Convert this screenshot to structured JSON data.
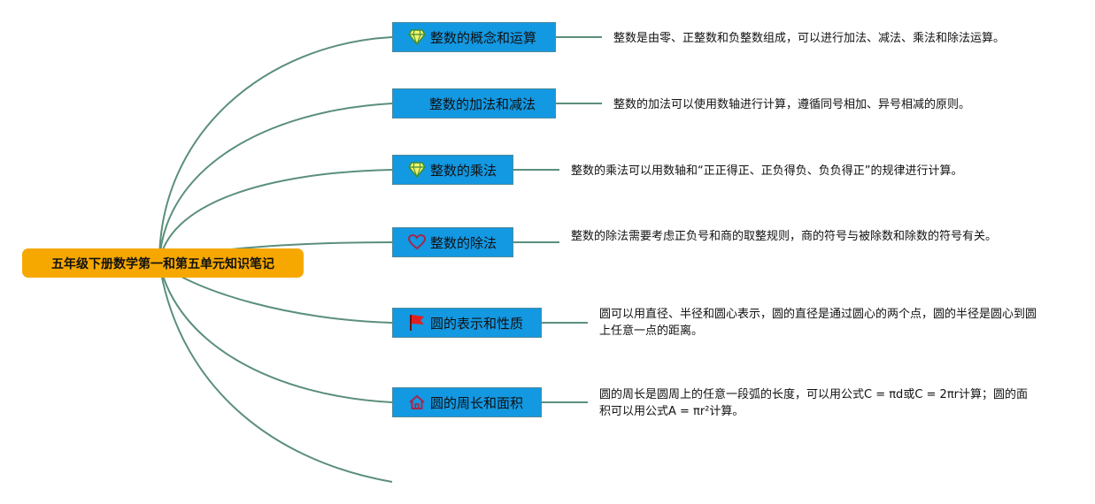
{
  "root": {
    "label": "五年级下册数学第一和第五单元知识笔记",
    "color": "#f6a800"
  },
  "colors": {
    "topic_fill": "#1398e2",
    "connector": "#5b8f7a"
  },
  "topics": [
    {
      "label": "整数的概念和运算",
      "icon": "diamond-icon",
      "note": "整数是由零、正整数和负整数组成，可以进行加法、减法、乘法和除法运算。"
    },
    {
      "label": "整数的加法和减法",
      "icon": "",
      "note": "整数的加法可以使用数轴进行计算，遵循同号相加、异号相减的原则。"
    },
    {
      "label": "整数的乘法",
      "icon": "diamond-icon",
      "note": "整数的乘法可以用数轴和“正正得正、正负得负、负负得正”的规律进行计算。"
    },
    {
      "label": "整数的除法",
      "icon": "heart-icon",
      "note": "整数的除法需要考虑正负号和商的取整规则，商的符号与被除数和除数的符号有关。"
    },
    {
      "label": "圆的表示和性质",
      "icon": "flag-icon",
      "note": "圆可以用直径、半径和圆心表示，圆的直径是通过圆心的两个点，圆的半径是圆心到圆上任意一点的距离。"
    },
    {
      "label": "圆的周长和面积",
      "icon": "house-icon",
      "note": "圆的周长是圆周上的任意一段弧的长度，可以用公式C = πd或C = 2πr计算；圆的面积可以用公式A = πr²计算。"
    }
  ]
}
